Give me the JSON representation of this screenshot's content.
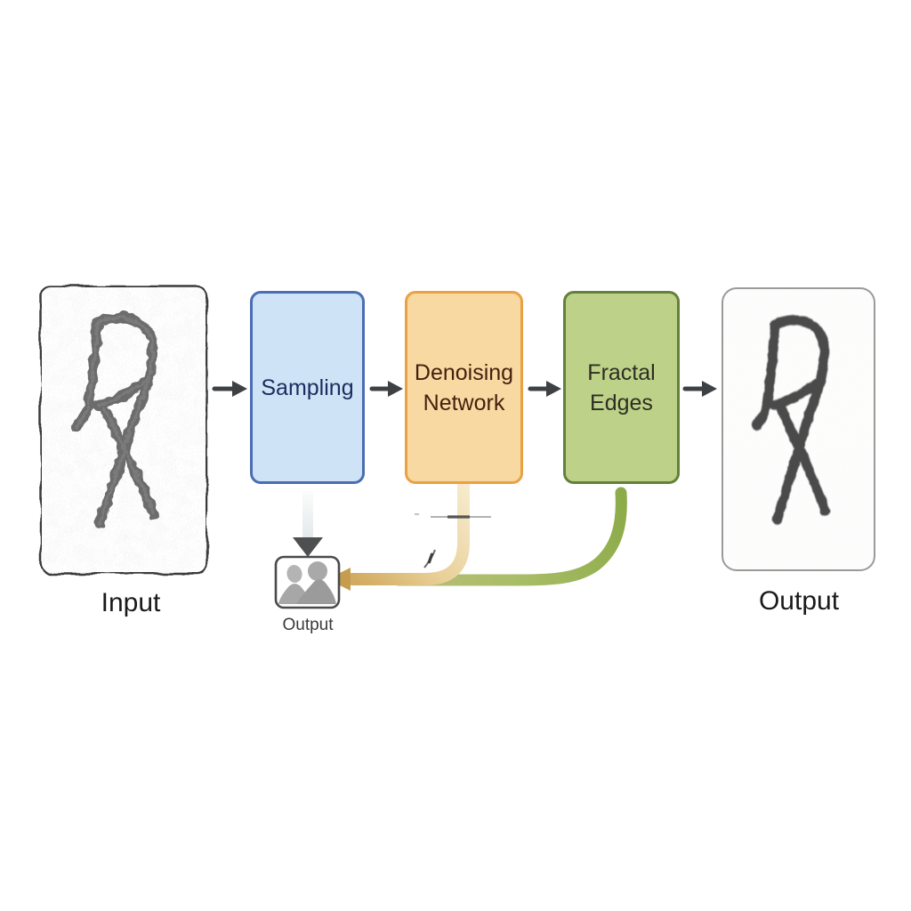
{
  "diagram": {
    "input": {
      "label": "Input"
    },
    "output": {
      "label": "Output"
    },
    "stages": [
      {
        "id": "sampling",
        "label": "Sampling",
        "fill": "#cfe3f6",
        "border": "#4b6db3",
        "text_color": "#1d2c5e"
      },
      {
        "id": "denoising-network",
        "label": "Denoising Network",
        "fill": "#f8d9a2",
        "border": "#e9a143",
        "text_color": "#43220f"
      },
      {
        "id": "fractal-edges",
        "label": "Fractal Edges",
        "fill": "#bdd288",
        "border": "#64803a",
        "text_color": "#2e2e23"
      }
    ],
    "intermediate_output": {
      "label": "Output",
      "icon": "image-placeholder-icon"
    },
    "connectors": {
      "flow_arrow_color": "#3e4144",
      "sampling_to_output_shaft_color": "#e8eced",
      "sampling_to_output_head_color": "#4d4f50",
      "denoising_to_output_color": "#d1ab5f",
      "fractal_to_output_color": "#8cab49",
      "feedback_arrowhead_color": "#c69d4f"
    }
  }
}
